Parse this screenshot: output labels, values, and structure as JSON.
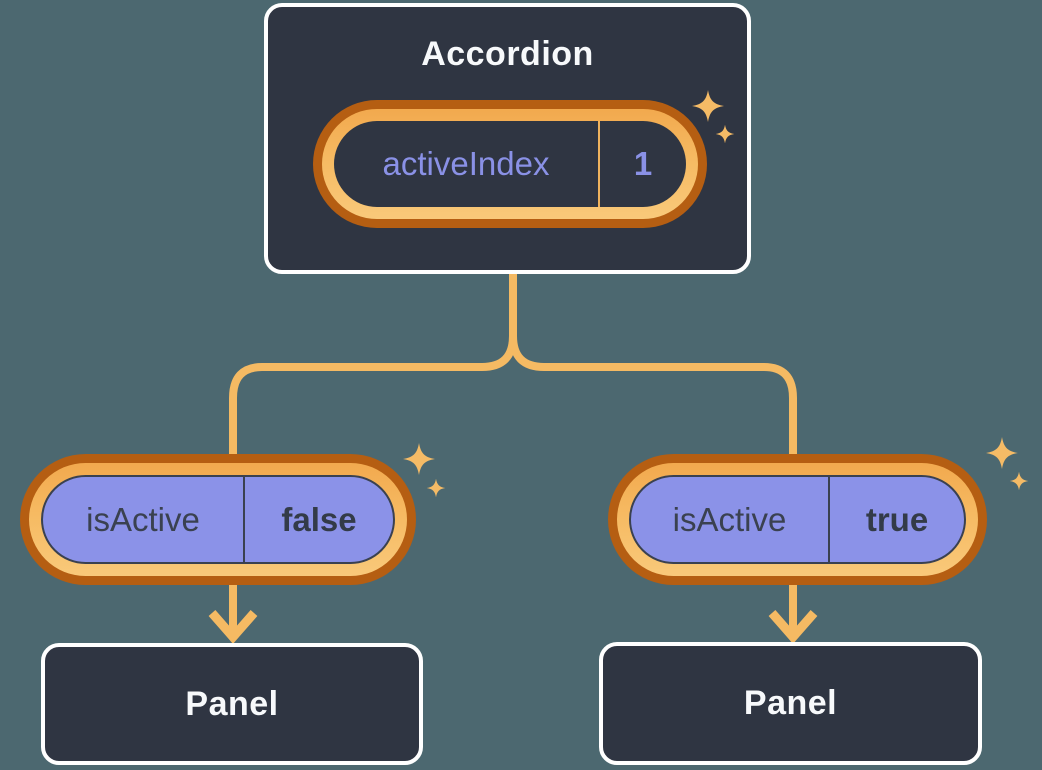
{
  "diagram": {
    "accordion": {
      "title": "Accordion",
      "state_pill": {
        "name": "activeIndex",
        "value": "1"
      }
    },
    "branches": [
      {
        "prop_pill": {
          "name": "isActive",
          "value": "false"
        },
        "panel": {
          "label": "Panel"
        }
      },
      {
        "prop_pill": {
          "name": "isActive",
          "value": "true"
        },
        "panel": {
          "label": "Panel"
        }
      }
    ],
    "icons": {
      "sparkle_icon": "✦",
      "arrow_down_icon": "↓"
    },
    "colors": {
      "background": "#4C6870",
      "box_fill": "#2F3542",
      "box_border": "#FFFFFF",
      "connector_gold": "#F5BA63",
      "ring_outer_orange": "#B55E12",
      "ring_gold": "#F6BA62",
      "prop_pill_fill": "#8B92E8",
      "dark_stroke": "#3A4150",
      "purple_text": "#8A91E6",
      "dark_text": "#333B48",
      "light_text": "#F7F9FB"
    }
  }
}
